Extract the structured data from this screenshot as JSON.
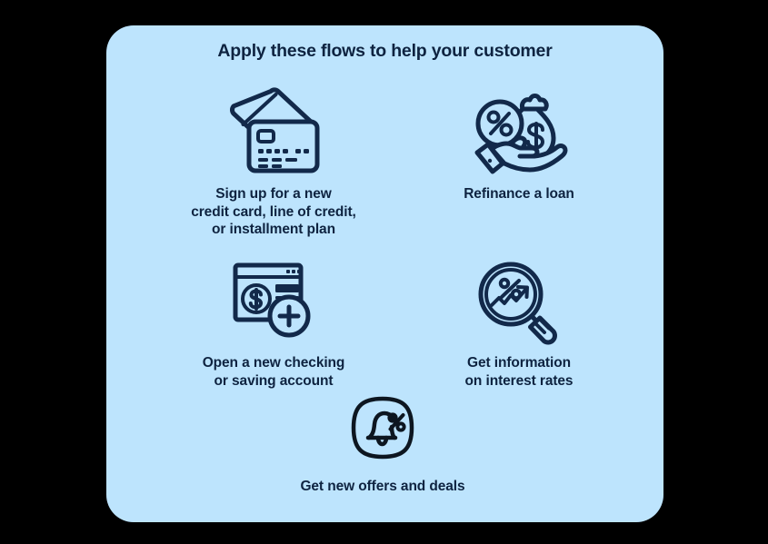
{
  "background_color": "#000000",
  "panel": {
    "background_color": "#bde4fd",
    "text_color": "#0e2340",
    "title": "Apply these flows to help your customer"
  },
  "flows": [
    {
      "id": "credit-card",
      "icon": "credit-cards-icon",
      "label_lines": [
        "Sign up for a new",
        "credit card, line of credit,",
        "or installment plan"
      ]
    },
    {
      "id": "refinance",
      "icon": "hand-money-bag-percent-icon",
      "label_lines": [
        "Refinance a loan"
      ]
    },
    {
      "id": "checking",
      "icon": "browser-dollar-plus-icon",
      "label_lines": [
        "Open a new checking",
        "or saving account"
      ]
    },
    {
      "id": "interest",
      "icon": "magnifier-percent-chart-icon",
      "label_lines": [
        "Get information",
        "on interest rates"
      ]
    },
    {
      "id": "offers",
      "icon": "bell-percent-squircle-icon",
      "label_lines": [
        "Get new offers and deals"
      ]
    }
  ]
}
